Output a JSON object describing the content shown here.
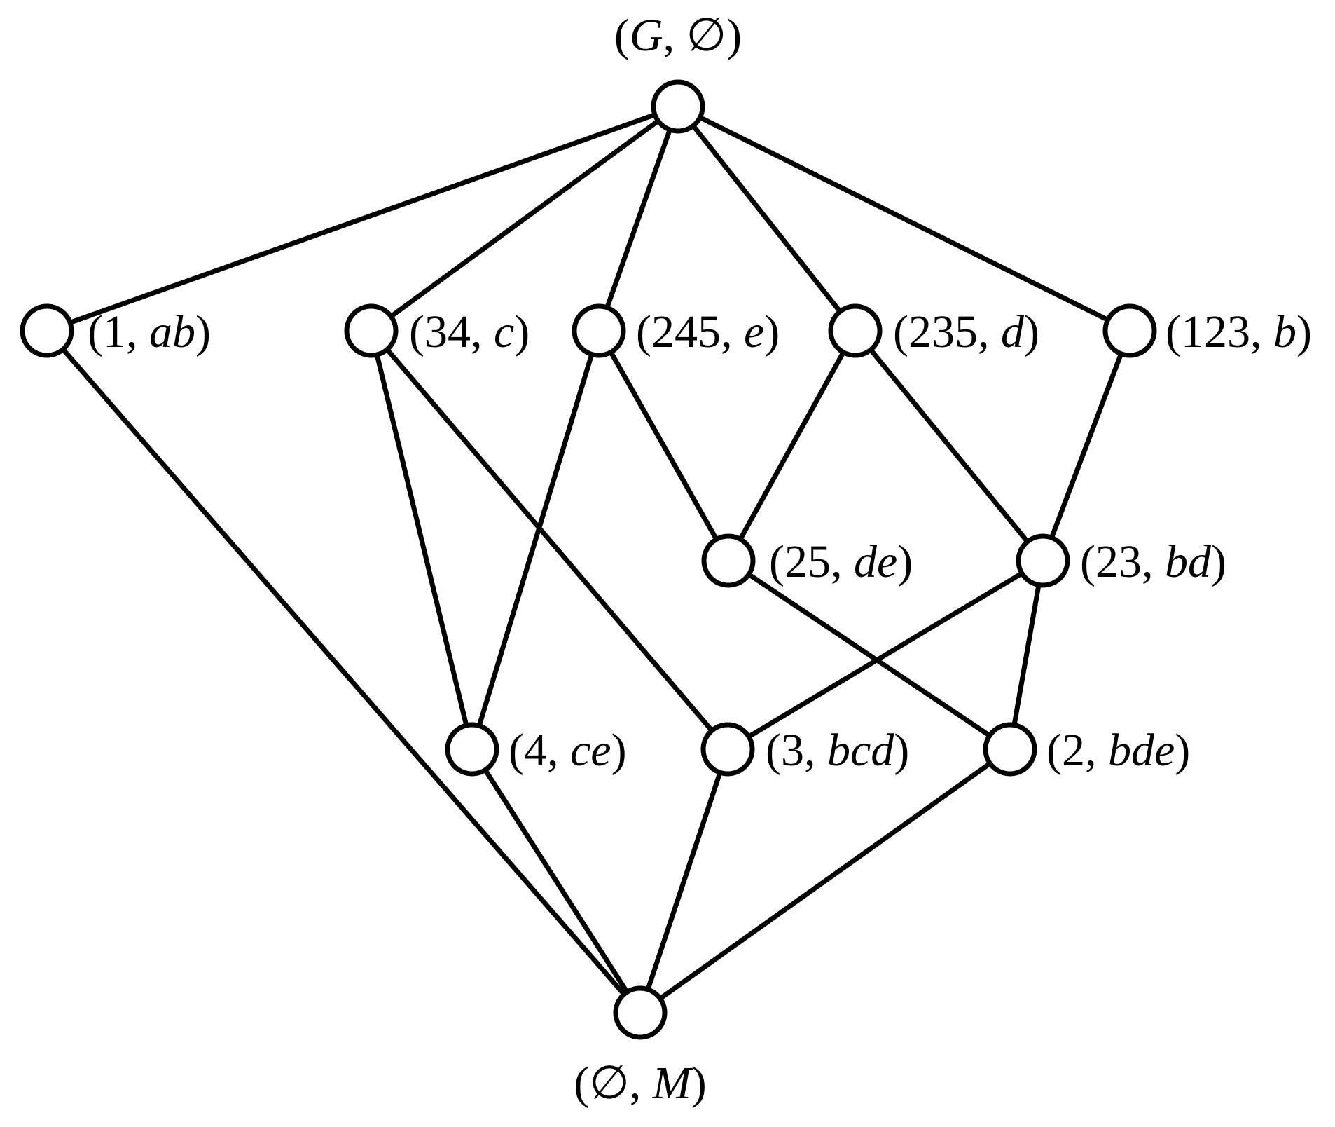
{
  "diagram": {
    "stroke_color": "#000000",
    "fill_color": "#ffffff",
    "nodes": [
      {
        "id": "top",
        "extent": "G",
        "intent": "∅",
        "extent_italic": true,
        "intent_italic": false
      },
      {
        "id": "n1ab",
        "extent": "1",
        "intent": "ab",
        "extent_italic": false,
        "intent_italic": true
      },
      {
        "id": "n34c",
        "extent": "34",
        "intent": "c",
        "extent_italic": false,
        "intent_italic": true
      },
      {
        "id": "n245e",
        "extent": "245",
        "intent": "e",
        "extent_italic": false,
        "intent_italic": true
      },
      {
        "id": "n235d",
        "extent": "235",
        "intent": "d",
        "extent_italic": false,
        "intent_italic": true
      },
      {
        "id": "n123b",
        "extent": "123",
        "intent": "b",
        "extent_italic": false,
        "intent_italic": true
      },
      {
        "id": "n25de",
        "extent": "25",
        "intent": "de",
        "extent_italic": false,
        "intent_italic": true
      },
      {
        "id": "n23bd",
        "extent": "23",
        "intent": "bd",
        "extent_italic": false,
        "intent_italic": true
      },
      {
        "id": "n4ce",
        "extent": "4",
        "intent": "ce",
        "extent_italic": false,
        "intent_italic": true
      },
      {
        "id": "n3bcd",
        "extent": "3",
        "intent": "bcd",
        "extent_italic": false,
        "intent_italic": true
      },
      {
        "id": "n2bde",
        "extent": "2",
        "intent": "bde",
        "extent_italic": false,
        "intent_italic": true
      },
      {
        "id": "bottom",
        "extent": "∅",
        "intent": "M",
        "extent_italic": false,
        "intent_italic": true
      }
    ],
    "edges": [
      [
        "top",
        "n1ab"
      ],
      [
        "top",
        "n34c"
      ],
      [
        "top",
        "n245e"
      ],
      [
        "top",
        "n235d"
      ],
      [
        "top",
        "n123b"
      ],
      [
        "n1ab",
        "bottom"
      ],
      [
        "n34c",
        "n4ce"
      ],
      [
        "n34c",
        "n3bcd"
      ],
      [
        "n245e",
        "n4ce"
      ],
      [
        "n245e",
        "n25de"
      ],
      [
        "n235d",
        "n25de"
      ],
      [
        "n235d",
        "n23bd"
      ],
      [
        "n123b",
        "n23bd"
      ],
      [
        "n25de",
        "n2bde"
      ],
      [
        "n23bd",
        "n3bcd"
      ],
      [
        "n23bd",
        "n2bde"
      ],
      [
        "n4ce",
        "bottom"
      ],
      [
        "n3bcd",
        "bottom"
      ],
      [
        "n2bde",
        "bottom"
      ]
    ]
  }
}
